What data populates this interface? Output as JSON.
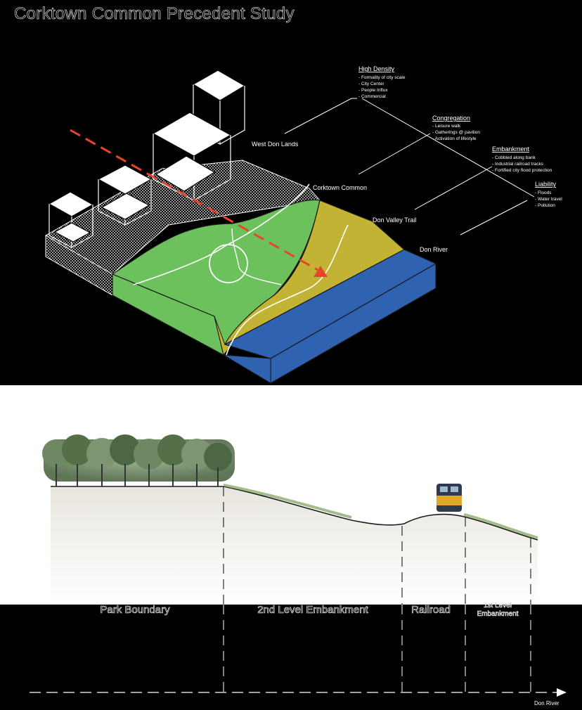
{
  "title": "Corktown Common Precedent Study",
  "block_labels": {
    "west_don_lands": "West Don Lands",
    "corktown_common": "Corktown Common",
    "don_valley_trail": "Don Valley Trail",
    "don_river": "Don River"
  },
  "callouts": {
    "high_density": {
      "heading": "High Density",
      "items": [
        "Formality of city scale",
        "City Center",
        "People Influx",
        "Commercial"
      ]
    },
    "congregation": {
      "heading": "Congregation",
      "items": [
        "Leisure walk",
        "Gatherings @ pavilion",
        "Activation of lifestyle"
      ]
    },
    "embankment": {
      "heading": "Embankment",
      "items": [
        "Cobbled along bank",
        "Industrial railroad tracks",
        "Fortified city flood protection"
      ]
    },
    "liability": {
      "heading": "Liability",
      "items": [
        "Floods",
        "Water travel",
        "Pollution"
      ]
    }
  },
  "section_labels": {
    "park_boundary": "Park Boundary",
    "second_embankment": "2nd Level Embankment",
    "railroad": "Railroad",
    "first_embankment_line1": "1st Level",
    "first_embankment_line2": "Embankment",
    "arrow_label": "Don River"
  },
  "colors": {
    "park_green": "#6cc15c",
    "trail_olive": "#c2b334",
    "river_blue": "#2f62b0",
    "arrow_red": "#e8442a",
    "background": "#000000",
    "section_bg": "#ffffff"
  }
}
